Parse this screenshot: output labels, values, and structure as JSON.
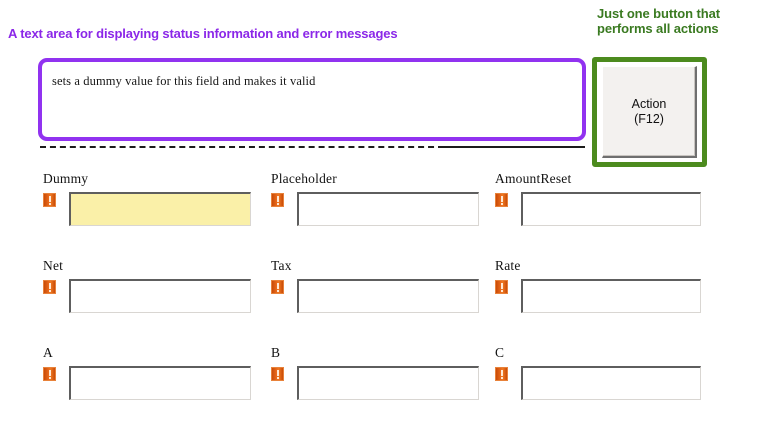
{
  "annotations": {
    "textarea_note": "A text area for displaying status information and error messages",
    "button_note": "Just one button that\nperforms all actions",
    "colors": {
      "textarea_note": "#8B27E8",
      "button_note": "#3A7A21",
      "textarea_highlight": "#9132F0",
      "button_highlight": "#4C8B1E"
    }
  },
  "status_area": {
    "value": "sets a dummy value for this field and makes it valid",
    "placeholder": ""
  },
  "action_button": {
    "label": "Action",
    "shortcut": "(F12)"
  },
  "fields": {
    "required_icon": "required-exclamation-icon",
    "rows": [
      [
        {
          "label": "Dummy",
          "value": "",
          "placeholder": "",
          "filled": true
        },
        {
          "label": "Placeholder",
          "value": "",
          "placeholder": "",
          "filled": false
        },
        {
          "label": "AmountReset",
          "value": "",
          "placeholder": "",
          "filled": false
        }
      ],
      [
        {
          "label": "Net",
          "value": "",
          "placeholder": "",
          "filled": false
        },
        {
          "label": "Tax",
          "value": "",
          "placeholder": "",
          "filled": false
        },
        {
          "label": "Rate",
          "value": "",
          "placeholder": "",
          "filled": false
        }
      ],
      [
        {
          "label": "A",
          "value": "",
          "placeholder": "",
          "filled": false
        },
        {
          "label": "B",
          "value": "",
          "placeholder": "",
          "filled": false
        },
        {
          "label": "C",
          "value": "",
          "placeholder": "",
          "filled": false
        }
      ]
    ]
  }
}
